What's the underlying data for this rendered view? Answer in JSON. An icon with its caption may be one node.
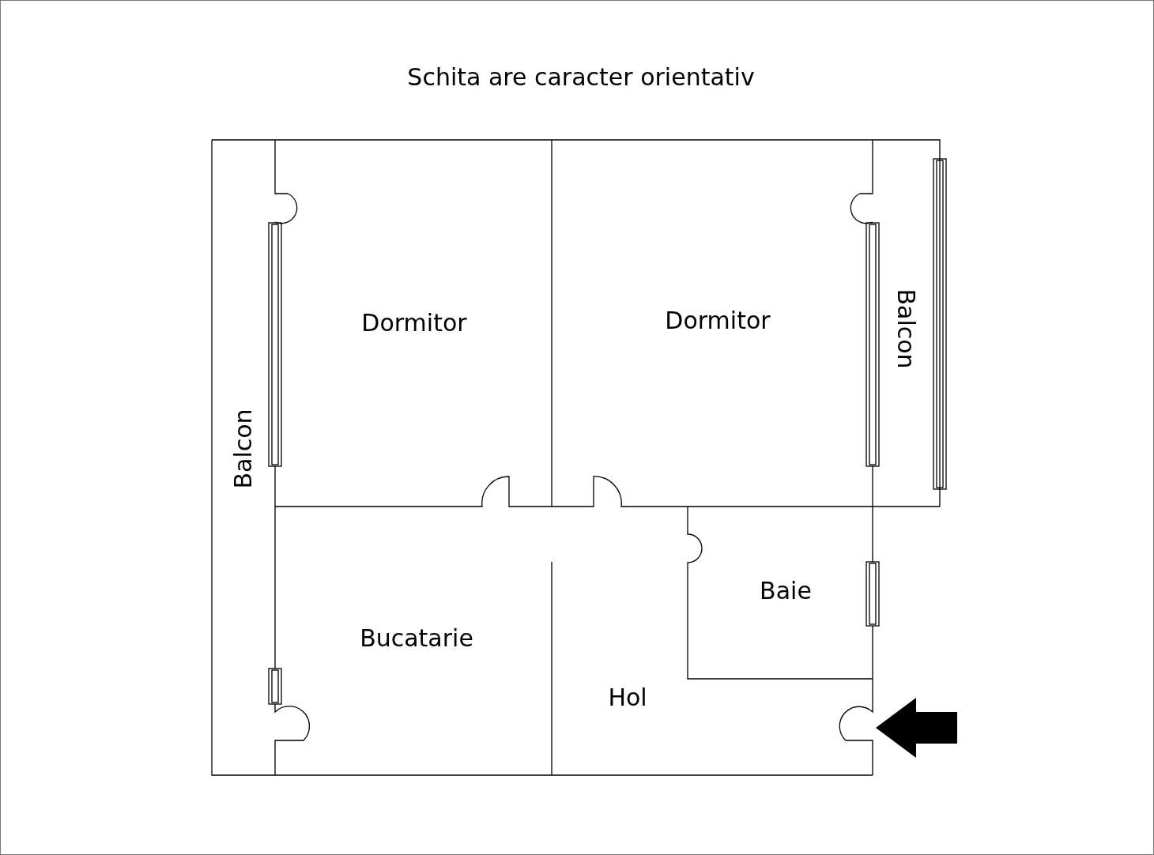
{
  "diagram": {
    "title": "Schita are caracter orientativ",
    "nodes": [
      {
        "text": [
          "Dormitor"
        ]
      },
      {
        "text": [
          "Dormitor"
        ]
      },
      {
        "text": [
          "Balcon"
        ]
      },
      {
        "text": [
          "Balcon"
        ]
      },
      {
        "text": [
          "Baie"
        ]
      },
      {
        "text": [
          "Bucatarie"
        ]
      },
      {
        "text": [
          "Hol"
        ]
      }
    ]
  }
}
